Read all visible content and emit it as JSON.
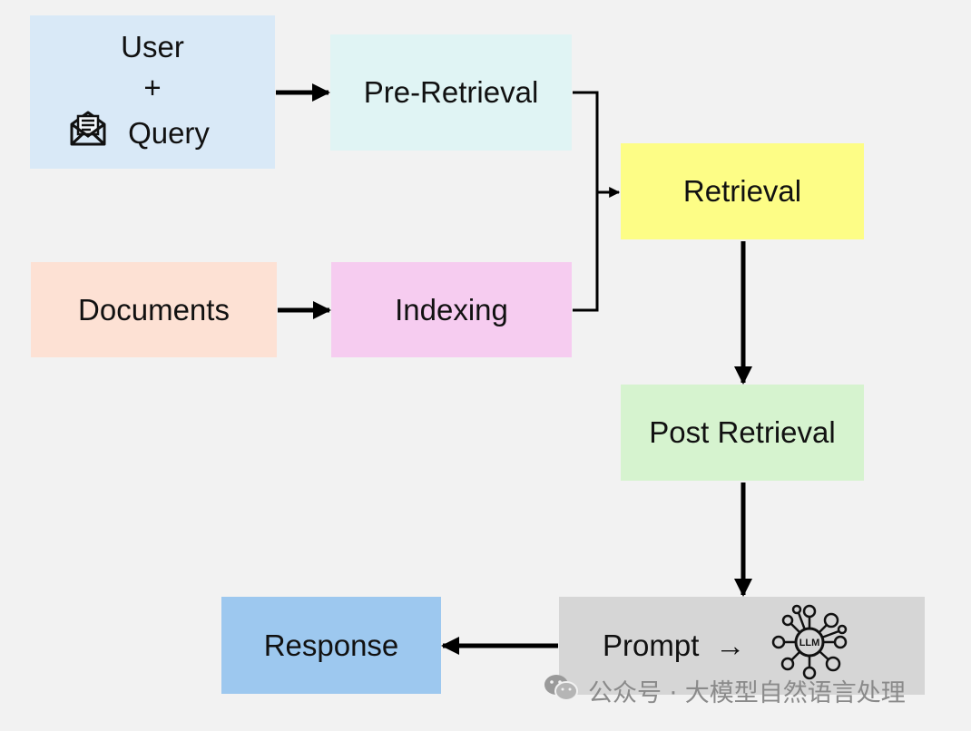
{
  "diagram": {
    "user": {
      "line1": "User",
      "line2": "+",
      "line3": "Query",
      "icon": "envelope-letter-icon"
    },
    "pre_retrieval": "Pre-Retrieval",
    "retrieval": "Retrieval",
    "documents": "Documents",
    "indexing": "Indexing",
    "post_retrieval": "Post Retrieval",
    "prompt": {
      "label": "Prompt",
      "arrow": "→",
      "icon": "llm-network-icon",
      "icon_text": "LLM"
    },
    "response": "Response"
  },
  "watermark": {
    "text": "公众号 · 大模型自然语言处理",
    "icon": "wechat-icon"
  },
  "colors": {
    "user": "#d9e9f7",
    "pre_retrieval": "#e0f4f4",
    "retrieval": "#fdfd86",
    "documents": "#fde1d4",
    "indexing": "#f6ccf0",
    "post_retrieval": "#d6f3cf",
    "prompt": "#d6d6d6",
    "response": "#9dc8ef",
    "background": "#f2f2f2"
  }
}
